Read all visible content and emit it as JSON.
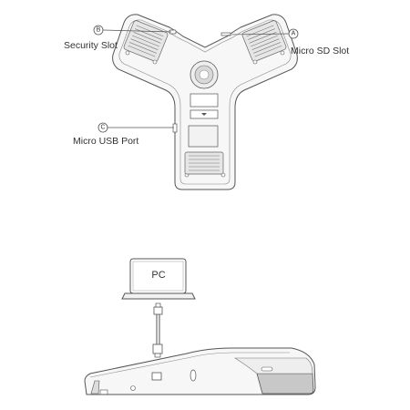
{
  "callouts": {
    "b": {
      "letter": "B",
      "label": "Security Slot"
    },
    "a": {
      "letter": "A",
      "label": "Micro SD Slot"
    },
    "c": {
      "letter": "C",
      "label": "Micro USB Port"
    }
  },
  "laptop": {
    "label": "PC"
  },
  "colors": {
    "line": "#555555",
    "fill_light": "#f7f7f7",
    "fill_mid": "#e6e6e6",
    "fill_dark": "#bfbfbf"
  }
}
